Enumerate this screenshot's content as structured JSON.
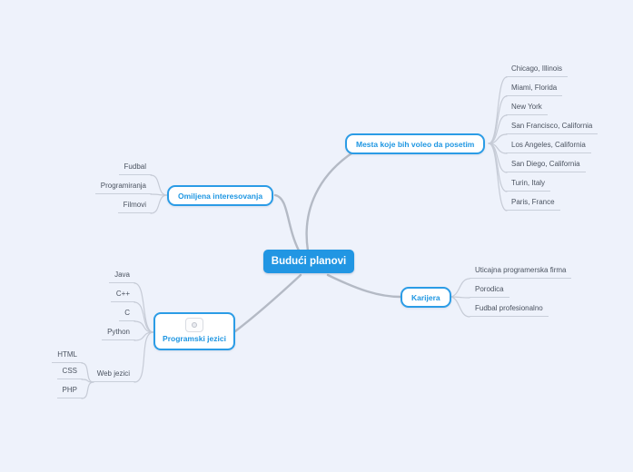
{
  "mindmap": {
    "root": {
      "label": "Budući planovi"
    },
    "branches": [
      {
        "label": "Mesta koje bih voleo da posetim",
        "side": "right",
        "children": [
          "Chicago, Illinois",
          "Miami, Florida",
          "New York",
          "San Francisco, California",
          "Los Angeles, California",
          "San Diego, California",
          "Turin, Italy",
          "Paris, France"
        ]
      },
      {
        "label": "Omiljena interesovanja",
        "side": "left",
        "children": [
          "Fudbal",
          "Programiranja",
          "Filmovi"
        ]
      },
      {
        "label": "Karijera",
        "side": "right",
        "children": [
          "Uticajna programerska firma",
          "Porodica",
          "Fudbal profesionalno"
        ]
      },
      {
        "label": "Programski jezici",
        "side": "left",
        "icon": "image-attachment-icon",
        "children": [
          "Java",
          "C++",
          "C",
          "Python"
        ],
        "group": {
          "label": "Web jezici",
          "children": [
            "HTML",
            "CSS",
            "PHP"
          ]
        }
      }
    ],
    "colors": {
      "accent": "#2196e3",
      "background": "#eef2fb",
      "trunk_line": "#b4bac5",
      "leaf_line": "#c9cfda",
      "leaf_text": "#4b5360"
    }
  }
}
